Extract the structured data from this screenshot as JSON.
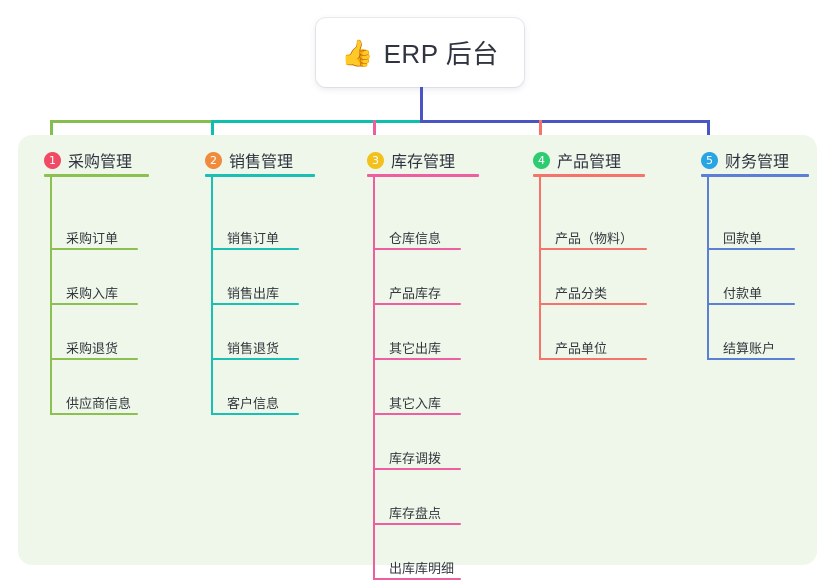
{
  "root": {
    "icon": "thumbs-up-icon",
    "emoji": "👍",
    "title": "ERP 后台"
  },
  "canvas": {
    "background": "#ffffff",
    "panel_background": "#eff7ea"
  },
  "connector": {
    "stem_color": "#4a54c4",
    "bus_segments": [
      {
        "name": "green-segment",
        "color": "#85bd4f"
      },
      {
        "name": "teal-segment",
        "color": "#0fbfae"
      },
      {
        "name": "blue-segment",
        "color": "#4a54c4"
      }
    ],
    "drops": [
      "#85bd4f",
      "#0fbfae",
      "#ec5f9e",
      "#f4746c",
      "#4a54c4"
    ]
  },
  "columns": [
    {
      "number": "1",
      "title": "采购管理",
      "badge_color": "#f04a64",
      "line_color": "#8cc152",
      "items": [
        "采购订单",
        "采购入库",
        "采购退货",
        "供应商信息"
      ]
    },
    {
      "number": "2",
      "title": "销售管理",
      "badge_color": "#f08a3c",
      "line_color": "#1cbfb4",
      "items": [
        "销售订单",
        "销售出库",
        "销售退货",
        "客户信息"
      ]
    },
    {
      "number": "3",
      "title": "库存管理",
      "badge_color": "#f3c11c",
      "line_color": "#ed5fa0",
      "items": [
        "仓库信息",
        "产品库存",
        "其它出库",
        "其它入库",
        "库存调拨",
        "库存盘点",
        "出库库明细"
      ]
    },
    {
      "number": "4",
      "title": "产品管理",
      "badge_color": "#2ecc71",
      "line_color": "#f4736b",
      "items": [
        "产品（物料）",
        "产品分类",
        "产品单位"
      ]
    },
    {
      "number": "5",
      "title": "财务管理",
      "badge_color": "#29a5e3",
      "line_color": "#5b7fd4",
      "items": [
        "回款单",
        "付款单",
        "结算账户"
      ]
    }
  ]
}
